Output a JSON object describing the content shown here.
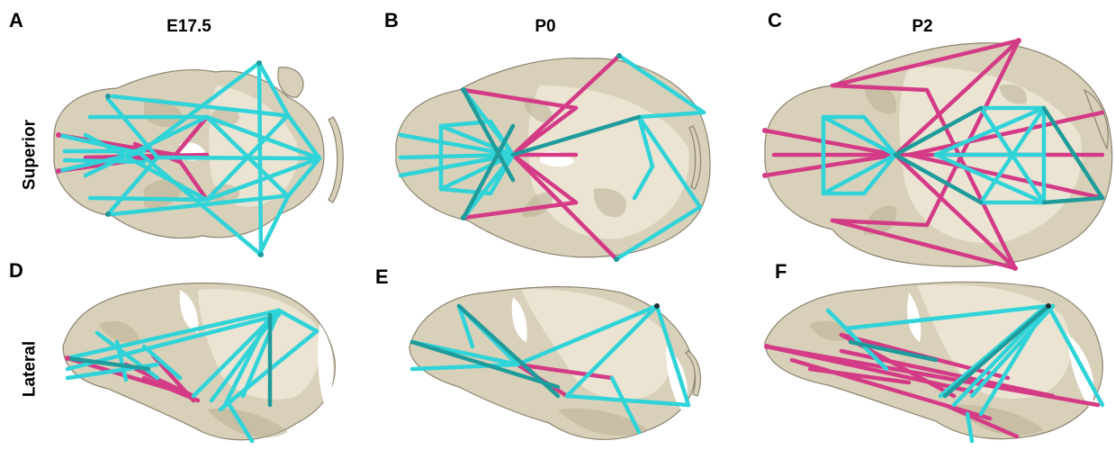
{
  "column_titles": [
    "E17.5",
    "P0",
    "P2"
  ],
  "row_labels": [
    "Superior",
    "Lateral"
  ],
  "panel_letters": [
    "A",
    "B",
    "C",
    "D",
    "E",
    "F"
  ],
  "colors": {
    "cyan_links": "#2fd3d8",
    "teal_links": "#1f9b9b",
    "magenta_links": "#d43b86",
    "skull": "#d9d0b9"
  }
}
